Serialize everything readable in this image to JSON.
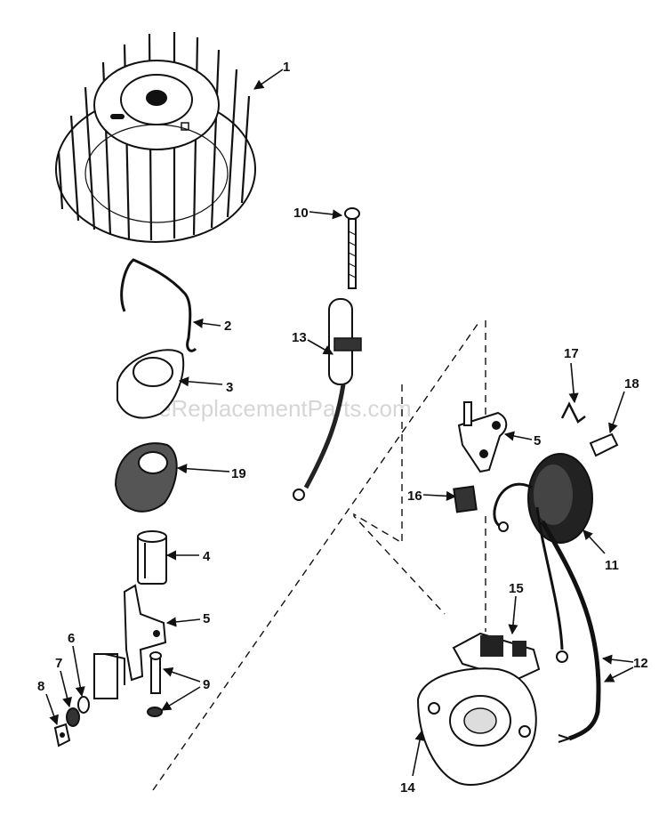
{
  "watermark": "eReplacementParts.com",
  "callouts": {
    "c1": "1",
    "c2": "2",
    "c3": "3",
    "c4": "4",
    "c5a": "5",
    "c5b": "5",
    "c6": "6",
    "c7": "7",
    "c8": "8",
    "c9": "9",
    "c10": "10",
    "c11": "11",
    "c12": "12",
    "c13": "13",
    "c14": "14",
    "c15": "15",
    "c16": "16",
    "c17": "17",
    "c18": "18",
    "c19": "19"
  }
}
